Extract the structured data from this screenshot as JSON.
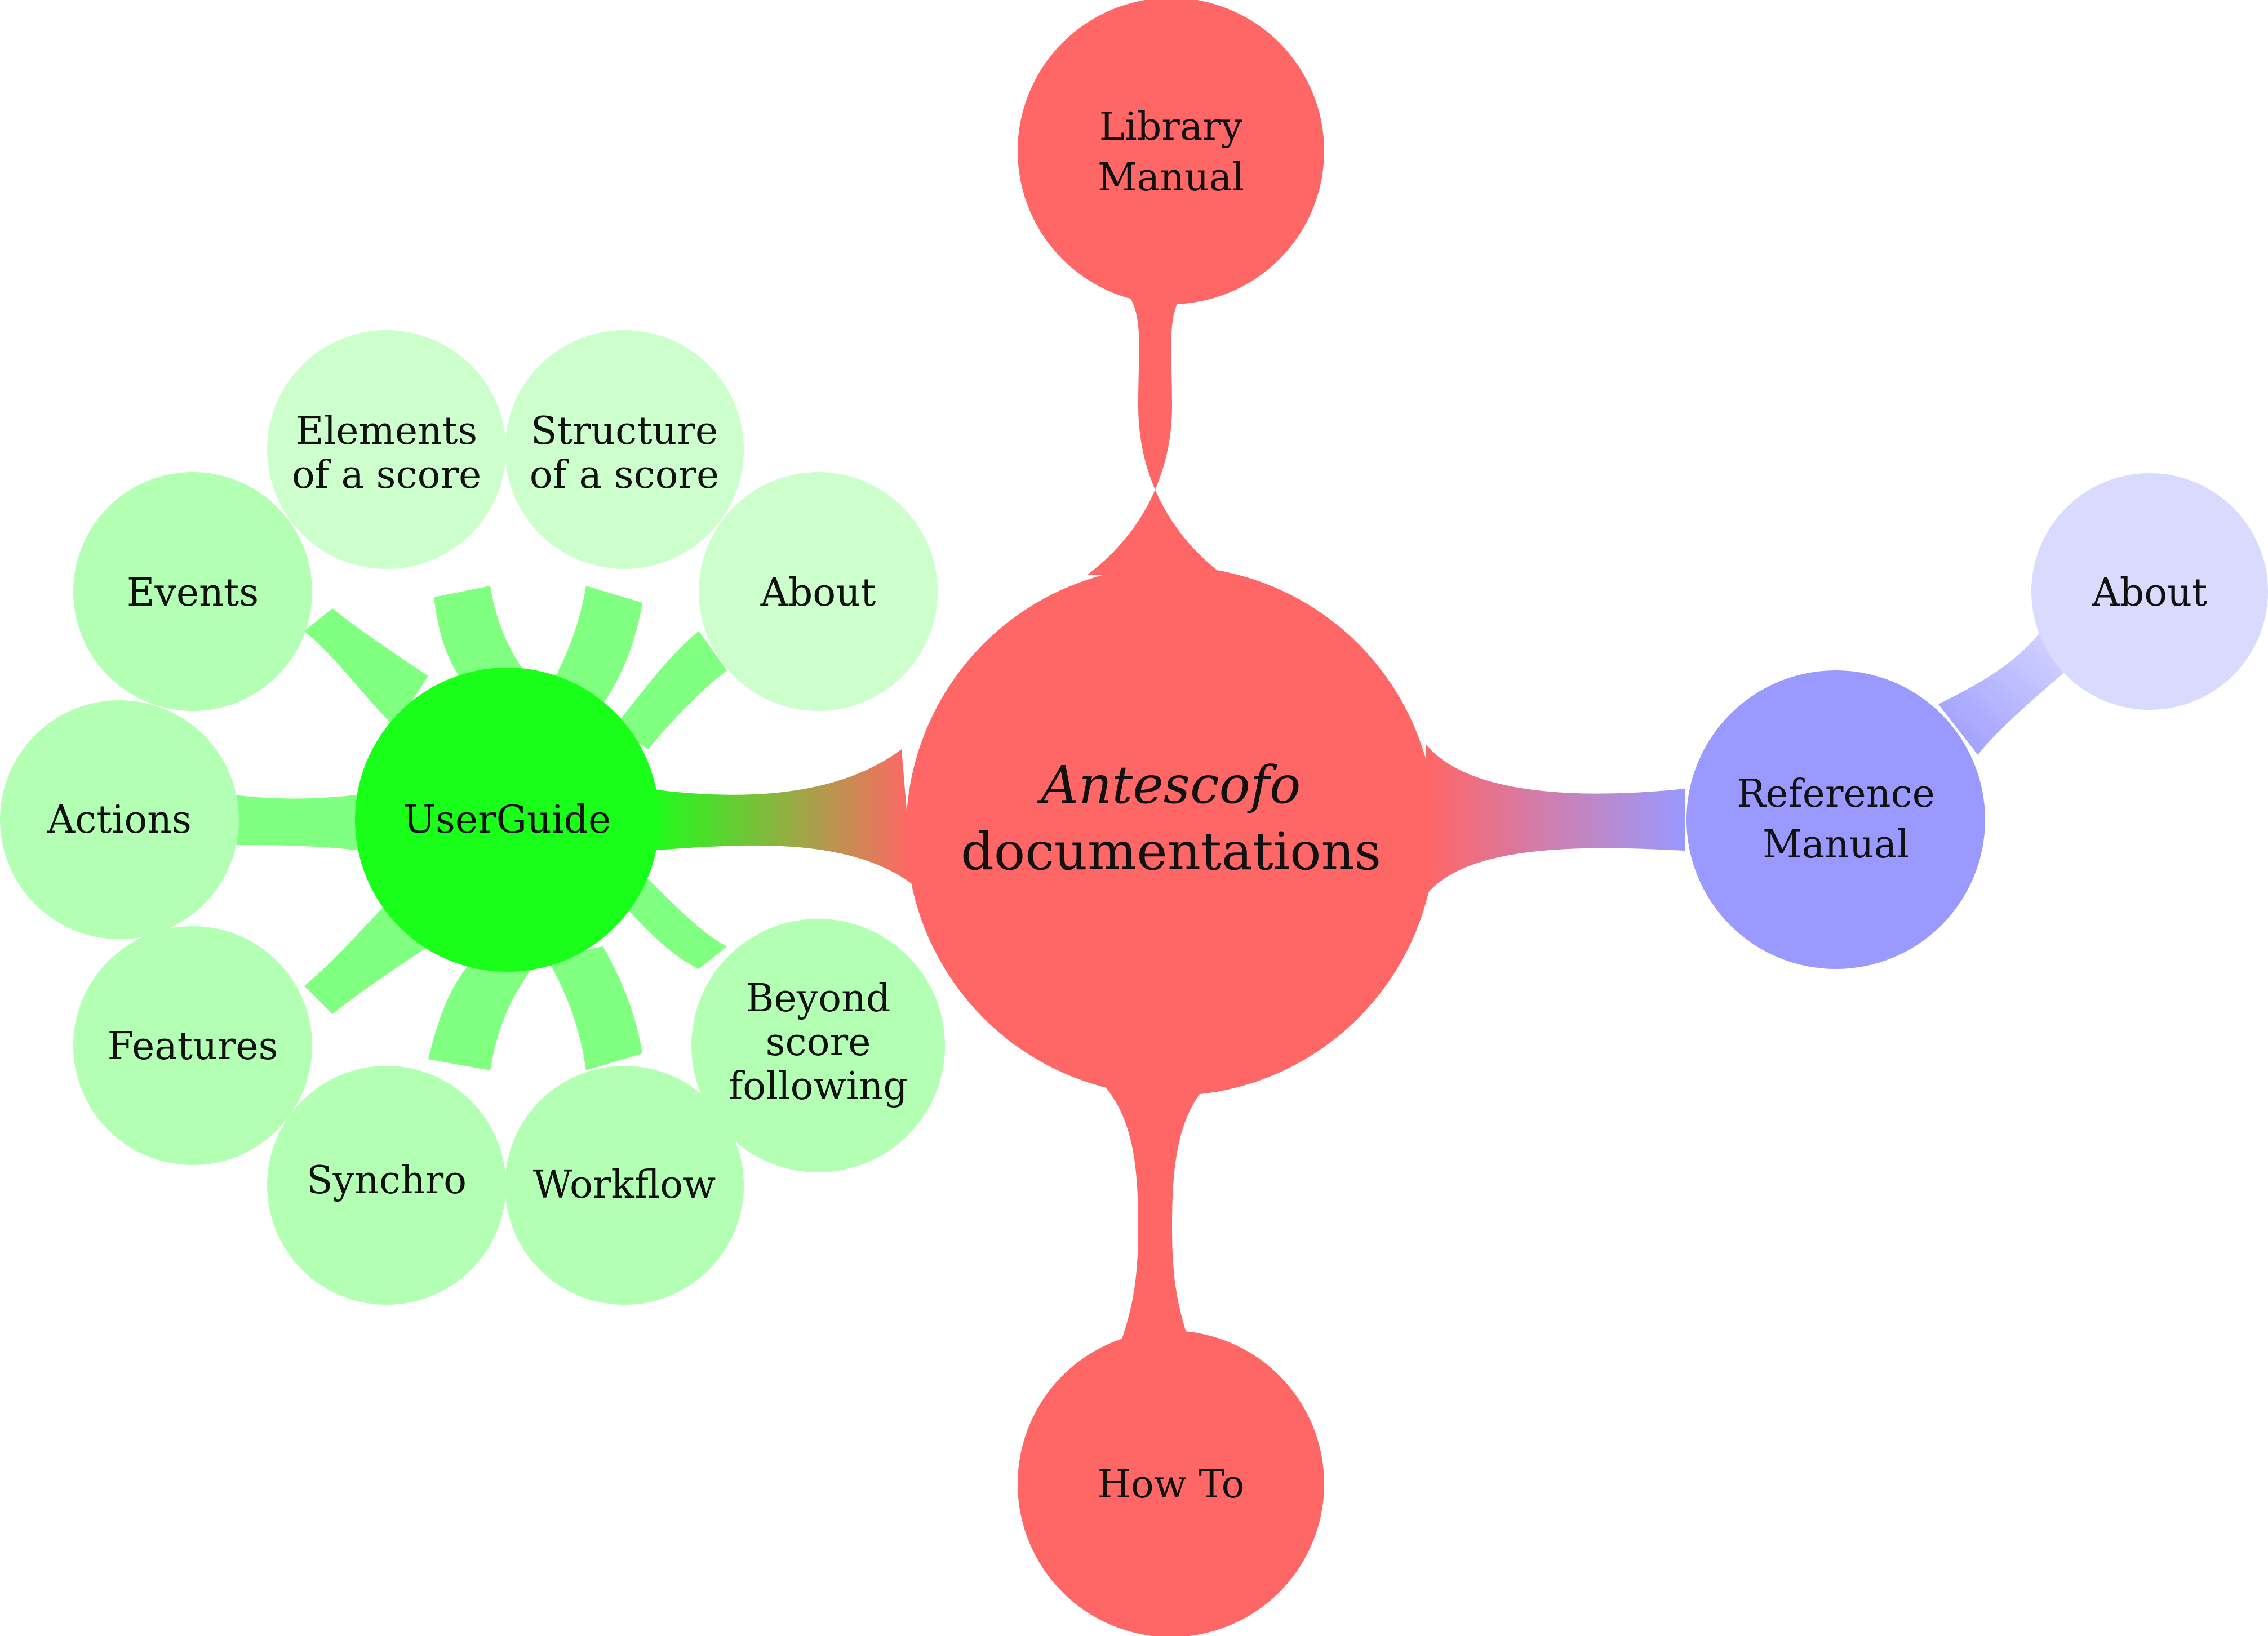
{
  "colors": {
    "center": "#ff6666",
    "userguide": "#1aff1a",
    "userguide_child": "#b3ffb3",
    "userguide_child_light": "#ccffcc",
    "reference": "#9999ff",
    "reference_child": "#dadaff"
  },
  "mindmap": {
    "root": {
      "title_line1": "Antescofo",
      "title_line2": "documentations"
    },
    "library_manual": {
      "line1": "Library",
      "line2": "Manual"
    },
    "how_to": {
      "label": "How To"
    },
    "reference_manual": {
      "line1": "Reference",
      "line2": "Manual",
      "children": {
        "about": "About"
      }
    },
    "user_guide": {
      "label": "UserGuide",
      "children": {
        "elements_line1": "Elements",
        "elements_line2": "of a score",
        "structure_line1": "Structure",
        "structure_line2": "of a score",
        "about": "About",
        "events": "Events",
        "actions": "Actions",
        "features": "Features",
        "synchro": "Synchro",
        "workflow": "Workflow",
        "beyond_line1": "Beyond",
        "beyond_line2": "score",
        "beyond_line3": "following"
      }
    }
  }
}
